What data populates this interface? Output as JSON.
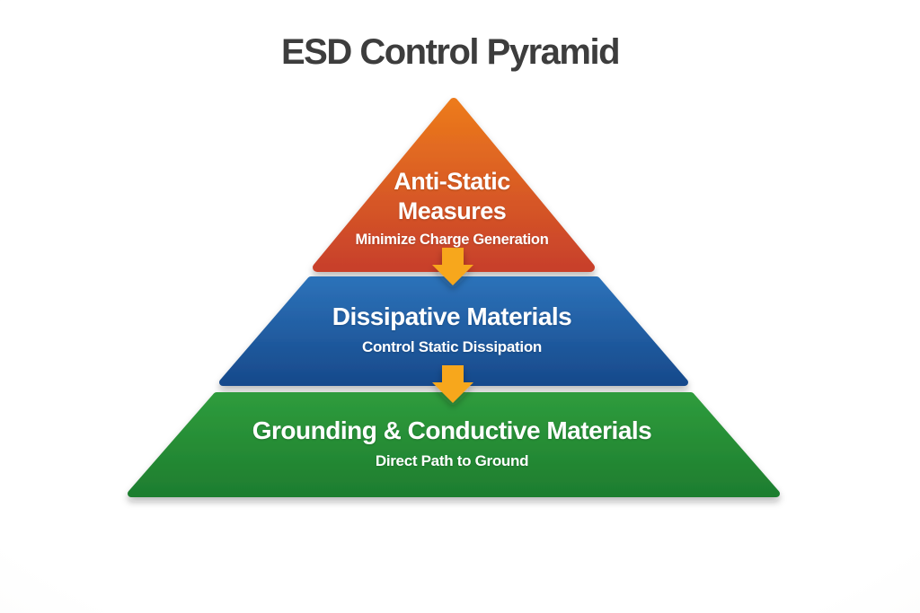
{
  "title": "ESD Control Pyramid",
  "tiers": [
    {
      "name": "anti-static-measures",
      "heading_lines": [
        "Anti-Static",
        "Measures"
      ],
      "subtitle": "Minimize Charge Generation"
    },
    {
      "name": "dissipative-materials",
      "heading": "Dissipative Materials",
      "subtitle": "Control Static Dissipation"
    },
    {
      "name": "grounding-conductive-materials",
      "heading": "Grounding & Conductive Materials",
      "subtitle": "Direct Path to Ground"
    }
  ],
  "colors": {
    "title_text": "#3D3D3D",
    "tier_text": "#FFFFFF",
    "tier1_top": "#EC7A1C",
    "tier1_bottom": "#C8402C",
    "tier2_top": "#2C71B8",
    "tier2_bottom": "#174A8C",
    "tier3_top": "#2E9B3C",
    "tier3_bottom": "#1E7E2F",
    "arrow": "#F7A71E"
  }
}
